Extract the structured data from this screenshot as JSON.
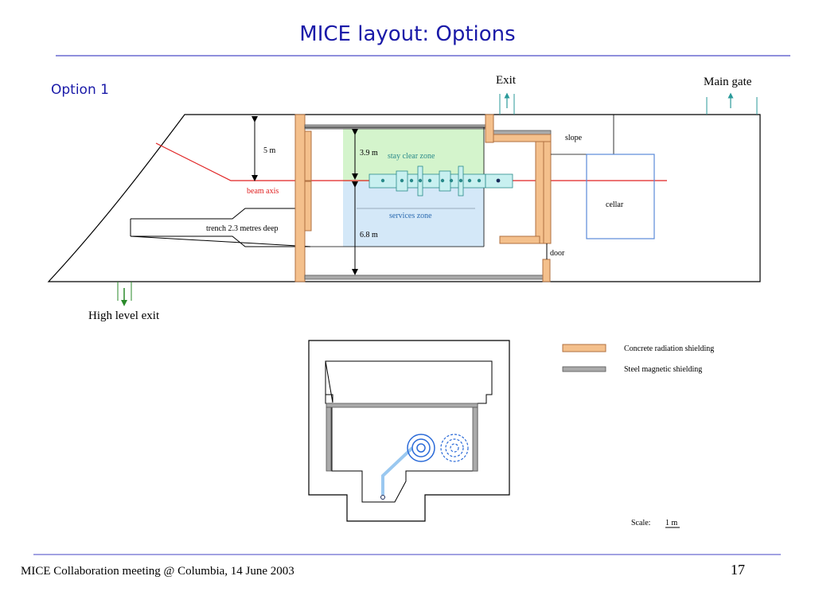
{
  "slide": {
    "title": "MICE layout: Options",
    "option_label": "Option 1",
    "footer": "MICE Collaboration meeting @ Columbia, 14 June 2003",
    "page_number": "17"
  },
  "plan": {
    "exit_label": "Exit",
    "main_gate_label": "Main gate",
    "high_level_exit_label": "High level exit",
    "slope_label": "slope",
    "cellar_label": "cellar",
    "door_label": "door",
    "beam_axis_label": "beam axis",
    "trench_label": "trench 2.3 metres deep",
    "dim_5m": "5 m",
    "dim_39m": "3.9 m",
    "dim_68m": "6.8 m",
    "stay_clear_label": "stay clear zone",
    "services_label": "services zone"
  },
  "legend": {
    "concrete_label": "Concrete radiation shielding",
    "steel_label": "Steel magnetic shielding"
  },
  "scale": {
    "label": "Scale:",
    "value": "1 m"
  },
  "colors": {
    "title_blue": "#1a1aa8",
    "concrete": "#f4c08c",
    "concrete_edge": "#b07040",
    "steel": "#aaaaaa",
    "beam": "#e02020",
    "stay_clear": "#d4f4cc",
    "services": "#d4e8f8",
    "exit_arrow": "#2a9a9a",
    "high_exit_arrow": "#2a8a2a"
  }
}
